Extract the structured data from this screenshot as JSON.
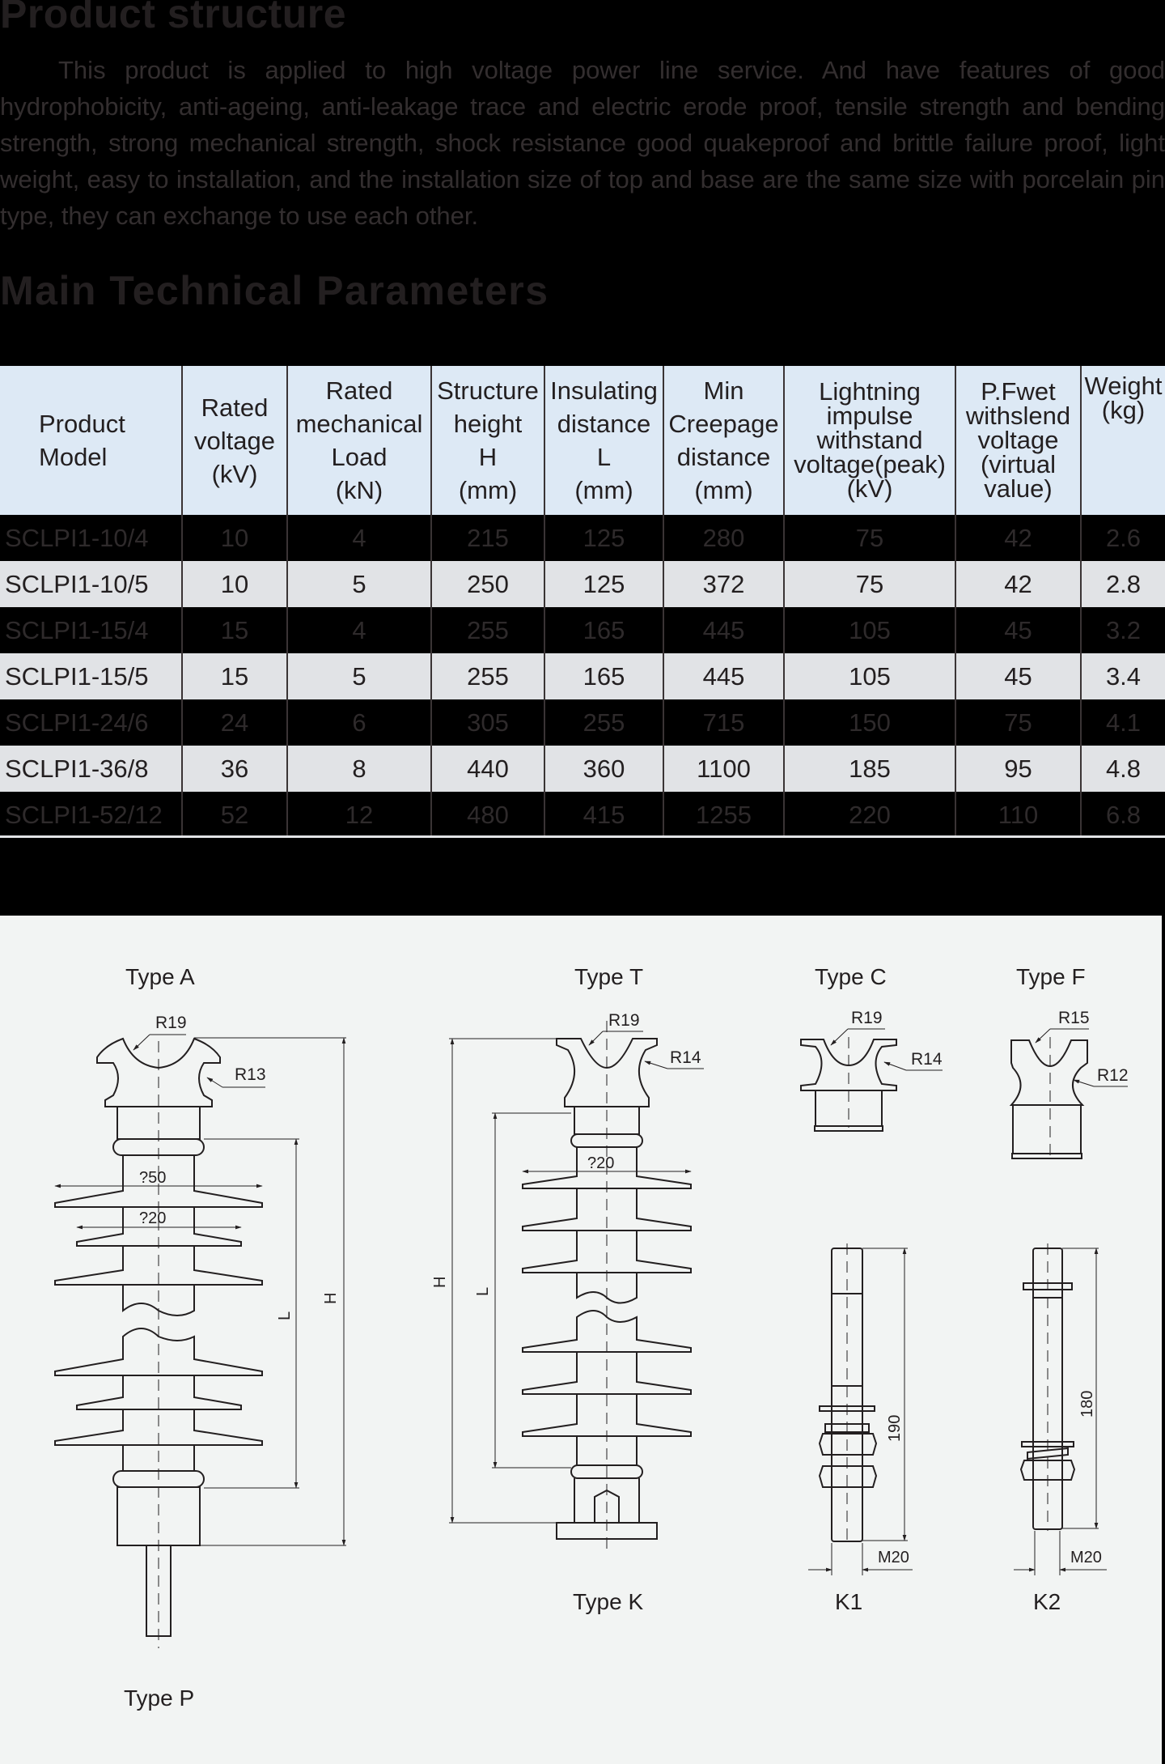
{
  "section1": {
    "title": "Product structure",
    "paragraph": "This product is applied to high voltage power line service. And have features of good hydrophobicity, anti-ageing, anti-leakage trace and electric erode proof, tensile strength and bending strength, strong mechanical strength, shock resistance good quakeproof and brittle failure proof, light weight, easy to installation, and the installation size of top and base are the same size with porcelain pin type, they can exchange to use each other."
  },
  "section2": {
    "title": "Main Technical Parameters"
  },
  "table": {
    "headers": [
      "Product\nModel",
      "Rated\nvoltage\n(kV)",
      "Rated\nmechanical\nLoad\n(kN)",
      "Structure\nheight\nH\n(mm)",
      "Insulating\ndistance\nL\n(mm)",
      "Min\nCreepage\ndistance\n(mm)",
      "Lightning\nimpulse\nwithstand\nvoltage(peak)\n(kV)",
      "P.Fwet\nwithslend\nvoltage\n(virtual\nvalue)",
      "Weight\n(kg)"
    ],
    "rows": [
      [
        "SCLPI1-10/4",
        "10",
        "4",
        "215",
        "125",
        "280",
        "75",
        "42",
        "2.6"
      ],
      [
        "SCLPI1-10/5",
        "10",
        "5",
        "250",
        "125",
        "372",
        "75",
        "42",
        "2.8"
      ],
      [
        "SCLPI1-15/4",
        "15",
        "4",
        "255",
        "165",
        "445",
        "105",
        "45",
        "3.2"
      ],
      [
        "SCLPI1-15/5",
        "15",
        "5",
        "255",
        "165",
        "445",
        "105",
        "45",
        "3.4"
      ],
      [
        "SCLPI1-24/6",
        "24",
        "6",
        "305",
        "255",
        "715",
        "150",
        "75",
        "4.1"
      ],
      [
        "SCLPI1-36/8",
        "36",
        "8",
        "440",
        "360",
        "1100",
        "185",
        "95",
        "4.8"
      ],
      [
        "SCLPI1-52/12",
        "52",
        "12",
        "480",
        "415",
        "1255",
        "220",
        "110",
        "6.8"
      ]
    ]
  },
  "drawings": {
    "type_a": {
      "title": "Type A",
      "r_top": "R19",
      "r_side": "R13",
      "dia1": "?50",
      "dia2": "?20",
      "dim_h": "H",
      "dim_l": "L"
    },
    "type_p": {
      "title": "Type P"
    },
    "type_t": {
      "title": "Type T",
      "r_top": "R19",
      "r_side": "R14",
      "dia": "?20",
      "dim_h": "H",
      "dim_l": "L"
    },
    "type_k": {
      "title": "Type K"
    },
    "type_c": {
      "title": "Type C",
      "r_top": "R19",
      "r_side": "R14"
    },
    "type_f": {
      "title": "Type F",
      "r_top": "R15",
      "r_side": "R12"
    },
    "k1": {
      "title": "K1",
      "length": "190",
      "thread": "M20"
    },
    "k2": {
      "title": "K2",
      "length": "180",
      "thread": "M20"
    }
  },
  "colors": {
    "page_bg": "#000000",
    "text": "#231f20",
    "header_bg": "#dde9f5",
    "row_light_bg": "#e1e3e6",
    "drawing_bg": "#f2f4f3"
  }
}
